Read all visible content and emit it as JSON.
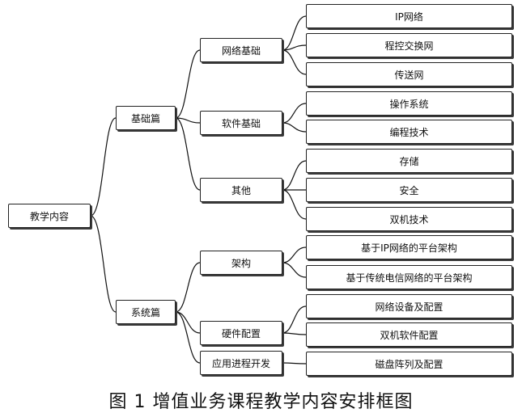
{
  "root": {
    "label": "教学内容"
  },
  "branches": [
    {
      "label": "基础篇",
      "groups": [
        {
          "label": "网络基础",
          "items": [
            "IP网络",
            "程控交换网",
            "传送网"
          ]
        },
        {
          "label": "软件基础",
          "items": [
            "操作系统",
            "编程技术"
          ]
        },
        {
          "label": "其他",
          "items": [
            "存储",
            "安全",
            "双机技术"
          ]
        }
      ]
    },
    {
      "label": "系统篇",
      "groups": [
        {
          "label": "架构",
          "items": [
            "基于IP网络的平台架构",
            "基于传统电信网络的平台架构"
          ]
        },
        {
          "label": "硬件配置",
          "items": [
            "网络设备及配置",
            "双机软件配置"
          ]
        },
        {
          "label": "应用进程开发",
          "items": [
            "磁盘阵列及配置"
          ]
        }
      ]
    }
  ],
  "caption": "图 1  增值业务课程教学内容安排框图"
}
